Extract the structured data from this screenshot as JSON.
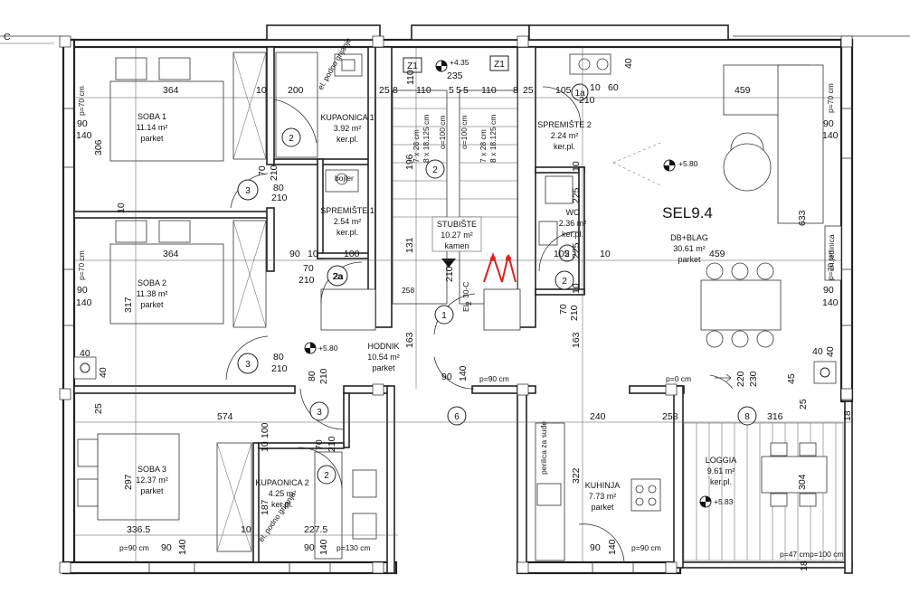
{
  "plan": {
    "apartment_label": "SEL9.4",
    "corner_mark": "C",
    "rooms": [
      {
        "id": "soba1",
        "name": "SOBA 1",
        "area": "11.14 m²",
        "floor": "parket"
      },
      {
        "id": "soba2",
        "name": "SOBA 2",
        "area": "11.38 m²",
        "floor": "parket"
      },
      {
        "id": "soba3",
        "name": "SOBA 3",
        "area": "12.37 m²",
        "floor": "parket"
      },
      {
        "id": "kup1",
        "name": "KUPAONICA 1",
        "area": "3.92 m²",
        "floor": "ker.pl."
      },
      {
        "id": "sprem1",
        "name": "SPREMIŠTE 1",
        "area": "2.54 m²",
        "floor": "ker.pl."
      },
      {
        "id": "stub",
        "name": "STUBIŠTE",
        "area": "10.27 m²",
        "floor": "kamen"
      },
      {
        "id": "hodnik",
        "name": "HODNIK",
        "area": "10.54 m²",
        "floor": "parket"
      },
      {
        "id": "kup2",
        "name": "KUPAONICA 2",
        "area": "4.25 m²",
        "floor": "ker.pl."
      },
      {
        "id": "sprem2",
        "name": "SPREMIŠTE 2",
        "area": "2.24 m²",
        "floor": "ker.pl."
      },
      {
        "id": "wc",
        "name": "WC",
        "area": "2.36 m²",
        "floor": "ker.pl."
      },
      {
        "id": "db",
        "name": "DB+BLAG",
        "area": "30.61 m²",
        "floor": "parket"
      },
      {
        "id": "kuh",
        "name": "KUHINJA",
        "area": "7.73 m²",
        "floor": "parket"
      },
      {
        "id": "loggia",
        "name": "LOGGIA",
        "area": "9.61 m²",
        "floor": "ker.pl."
      }
    ],
    "levels": {
      "stair_top": "+4.35",
      "corridor": "+5.80",
      "living": "+5.80",
      "loggia": "+5.83"
    },
    "window_tags": [
      "Z1",
      "Z1"
    ],
    "stair_notes": [
      "7 x 28 cm",
      "8 x 18.125 cm",
      "o=100 cm",
      "o=100 cm",
      "7 x 28 cm",
      "8 x 18.125 cm"
    ],
    "stair_level_tag": "EL",
    "stair_level_sub": "2",
    "stair_code": "30-C",
    "heating_labels": [
      "el. podno grijanje",
      "el. podno grijanje"
    ],
    "bojler": "bojler",
    "perilica": "perilica za suđe",
    "unutarnja_jedinica": "un.jedinica",
    "door_tags": [
      "1",
      "1a",
      "2",
      "2a",
      "3",
      "6",
      "8"
    ],
    "dims": {
      "d364a": "364",
      "d10a": "10",
      "d200": "200",
      "d25a": "25",
      "d8a": "8",
      "d235": "235",
      "d110a": "110",
      "d110b": "110",
      "d5a": "5",
      "d5b": "5",
      "d5c": "5",
      "d110c": "110",
      "d8b": "8",
      "d25b": "25",
      "d105a": "105",
      "d10b": "10",
      "d60": "60",
      "d210a": "210",
      "d40a": "40",
      "d459a": "459",
      "d306": "306",
      "d90a": "90",
      "d140a": "140",
      "p70a": "p=70 cm",
      "d70a": "70",
      "d210b": "210",
      "d80a": "80",
      "d210c": "210",
      "d10c": "10",
      "d196": "196",
      "d10d": "10",
      "d225a": "225",
      "d633": "633",
      "d90b": "90",
      "d140b": "140",
      "p70b": "p=70 cm",
      "d364b": "364",
      "d90c": "90",
      "d10e": "10",
      "d100a": "100",
      "d70b": "70",
      "d210d": "210",
      "d131": "131",
      "d210e": "210",
      "d225b": "225",
      "d105b": "105",
      "d10f": "10",
      "d459b": "459",
      "d317": "317",
      "d90d": "90",
      "d140c": "140",
      "p70c": "p=70 cm",
      "d90e": "90",
      "d140d": "140",
      "p70d": "p=70 cm",
      "d258a": "258",
      "d70c": "70",
      "d210f": "210",
      "d10g": "10",
      "d40b": "40",
      "d40c": "40",
      "d80b": "80",
      "d210g": "210",
      "d80c": "80",
      "d210h": "210",
      "d163a": "163",
      "d163b": "163",
      "d40d": "40",
      "d40e": "40",
      "d90f": "90",
      "d140e": "140",
      "p90a": "p=90 cm",
      "p0": "p=0 cm",
      "d220": "220",
      "d230": "230",
      "d45": "45",
      "d25c": "25",
      "d25d": "25",
      "d574": "574",
      "d240": "240",
      "d258b": "258",
      "d316": "316",
      "d18a": "18",
      "d100b": "100",
      "d10h": "10",
      "d70d": "70",
      "d210i": "210",
      "d297": "297",
      "d322": "322",
      "d304": "304",
      "d187": "187",
      "d336": "336.5",
      "d10i": "10",
      "d227": "227.5",
      "p90b": "p=90 cm",
      "d90g": "90",
      "d140f": "140",
      "d90h": "90",
      "d140g": "140",
      "p130": "p=130 cm",
      "d90i": "90",
      "d140h": "140",
      "p90c": "p=90 cm",
      "p47": "p=47 cm",
      "p100": "p=100 cm",
      "d18b": "18"
    }
  }
}
